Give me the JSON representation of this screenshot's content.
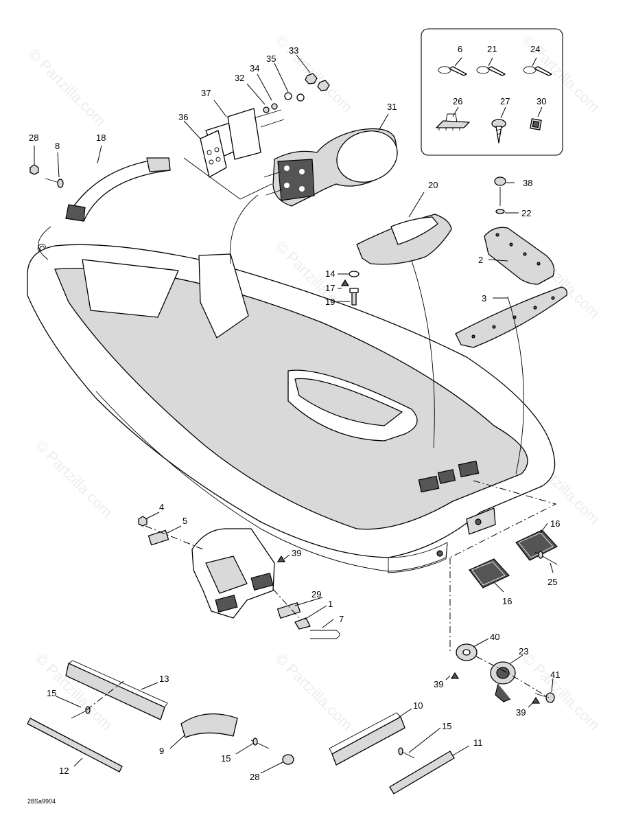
{
  "diagram_code": "28Sa9904",
  "watermark": "© Partzilla.com",
  "callouts": {
    "c1": "1",
    "c2": "2",
    "c3": "3",
    "c4": "4",
    "c5": "5",
    "c6": "6",
    "c7": "7",
    "c8": "8",
    "c9": "9",
    "c10": "10",
    "c11": "11",
    "c12": "12",
    "c13": "13",
    "c14": "14",
    "c15a": "15",
    "c15b": "15",
    "c15c": "15",
    "c16a": "16",
    "c16b": "16",
    "c17": "17",
    "c18": "18",
    "c19": "19",
    "c20": "20",
    "c21": "21",
    "c22": "22",
    "c23": "23",
    "c24": "24",
    "c25": "25",
    "c26": "26",
    "c27": "27",
    "c28a": "28",
    "c28b": "28",
    "c29": "29",
    "c30": "30",
    "c31": "31",
    "c32": "32",
    "c33": "33",
    "c34": "34",
    "c35": "35",
    "c36": "36",
    "c37": "37",
    "c38": "38",
    "c39a": "39",
    "c39b": "39",
    "c39c": "39",
    "c40": "40",
    "c41": "41"
  }
}
